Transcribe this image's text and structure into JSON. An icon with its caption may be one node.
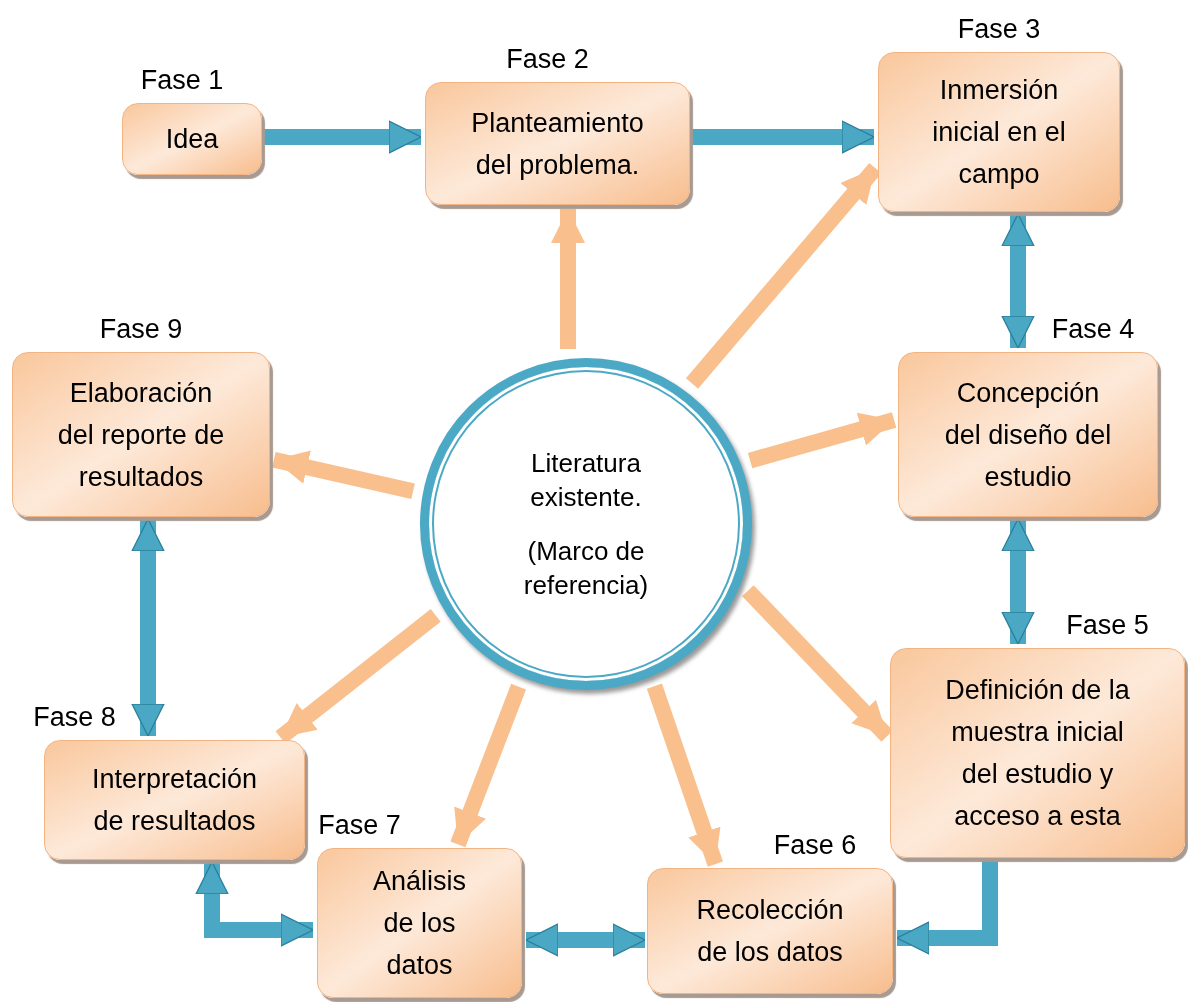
{
  "diagram": {
    "nodes": [
      {
        "text": [
          "Idea"
        ],
        "beside": [
          "Fase 1"
        ]
      },
      {
        "text": [
          "Planteamiento del problema."
        ],
        "beside": [
          "Fase 2"
        ]
      },
      {
        "text": [
          "Inmersión inicial en el campo"
        ],
        "beside": [
          "Fase 3"
        ]
      },
      {
        "text": [
          "Concepción del diseño del estudio"
        ],
        "beside": [
          "Fase 4"
        ]
      },
      {
        "text": [
          "Definición de la muestra inicial del estudio y acceso a esta"
        ],
        "beside": [
          "Fase 5"
        ]
      },
      {
        "text": [
          "Recolección de los datos"
        ],
        "beside": [
          "Fase 6"
        ]
      },
      {
        "text": [
          "Análisis de los datos"
        ],
        "beside": [
          "Fase 7"
        ]
      },
      {
        "text": [
          "Interpretación de resultados"
        ],
        "beside": [
          "Fase 8"
        ]
      },
      {
        "text": [
          "Elaboración del reporte de resultados"
        ],
        "beside": [
          "Fase 9"
        ]
      },
      {
        "text": [
          "Literatura existente.",
          "(Marco de referencia)"
        ]
      }
    ],
    "edges": [
      {
        "from": 0,
        "to": 1,
        "arrow": "to"
      },
      {
        "from": 1,
        "to": 2,
        "arrow": "to"
      },
      {
        "from": 2,
        "to": 3,
        "arrow": "both"
      },
      {
        "from": 3,
        "to": 4,
        "arrow": "both"
      },
      {
        "from": 4,
        "to": 5,
        "arrow": "to"
      },
      {
        "from": 5,
        "to": 6,
        "arrow": "both"
      },
      {
        "from": 7,
        "to": 6,
        "arrow": "both"
      },
      {
        "from": 8,
        "to": 7,
        "arrow": "both"
      },
      {
        "from": 9,
        "to": 1,
        "arrow": "to",
        "color": "#f9c08e"
      },
      {
        "from": 9,
        "to": 2,
        "arrow": "to",
        "color": "#f9c08e"
      },
      {
        "from": 9,
        "to": 3,
        "arrow": "to",
        "color": "#f9c08e"
      },
      {
        "from": 9,
        "to": 4,
        "arrow": "to",
        "color": "#f9c08e"
      },
      {
        "from": 9,
        "to": 5,
        "arrow": "to",
        "color": "#f9c08e"
      },
      {
        "from": 9,
        "to": 6,
        "arrow": "to",
        "color": "#f9c08e"
      },
      {
        "from": 9,
        "to": 7,
        "arrow": "to",
        "color": "#f9c08e"
      },
      {
        "from": 9,
        "to": 8,
        "arrow": "to",
        "color": "#f9c08e"
      }
    ]
  }
}
